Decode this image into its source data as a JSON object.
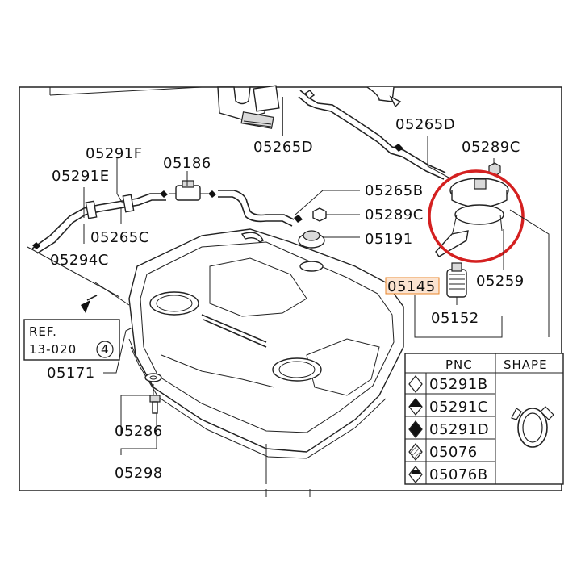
{
  "parts": {
    "top_partial": "05265D",
    "pump_hose": "05265D",
    "clip_nut_top": "05289C",
    "fitting_upper": "05291F",
    "fitting_lower": "05291E",
    "filter": "05186",
    "hose_b": "05265B",
    "clip_nut_mid": "05289C",
    "cap_ring": "05191",
    "hose_c": "05265C",
    "clamp_c": "05294C",
    "pump_assembly": "05259",
    "pump_module": "05145",
    "strainer": "05152",
    "tank": "05171",
    "gasket": "05286",
    "drain_plug": "05298"
  },
  "reference": {
    "prefix": "REF.",
    "code": "13-020",
    "circled_number": "4"
  },
  "legend": {
    "header_pnc": "PNC",
    "header_shape": "SHAPE",
    "rows": [
      {
        "symbol": "open-diamond",
        "pnc": "05291B"
      },
      {
        "symbol": "half-diamond",
        "pnc": "05291C"
      },
      {
        "symbol": "filled-diamond",
        "pnc": "05291D"
      },
      {
        "symbol": "hatched-diamond",
        "pnc": "05076"
      },
      {
        "symbol": "banded-diamond",
        "pnc": "05076B"
      }
    ]
  },
  "colors": {
    "highlight_circle": "#d42020",
    "highlight_box": "#e8862a"
  }
}
